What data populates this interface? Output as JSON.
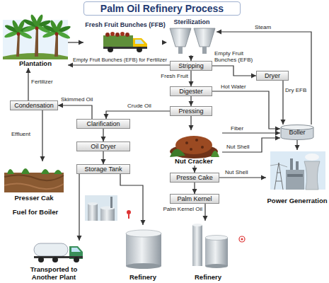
{
  "diagram": {
    "title": "Palm Oil Refinery Process",
    "nodes": [
      {
        "text": [
          "Plantation"
        ]
      },
      {
        "text": [
          "Fresh Fruit Bunches (FFB)"
        ]
      },
      {
        "text": [
          "Sterilization"
        ]
      },
      {
        "text": [
          "Stripping"
        ]
      },
      {
        "text": [
          "Dryer"
        ]
      },
      {
        "text": [
          "Digester"
        ]
      },
      {
        "text": [
          "Condensation"
        ]
      },
      {
        "text": [
          "Pressing"
        ]
      },
      {
        "text": [
          "Boller"
        ]
      },
      {
        "text": [
          "Clarification"
        ]
      },
      {
        "text": [
          "Nut Cracker"
        ]
      },
      {
        "text": [
          "Oil Dryer"
        ]
      },
      {
        "text": [
          "Presse Cake"
        ]
      },
      {
        "text": [
          "Power Generration"
        ]
      },
      {
        "text": [
          "Storage Tank"
        ]
      },
      {
        "text": [
          "Presser Cak"
        ]
      },
      {
        "text": [
          "Palm Kernel"
        ]
      },
      {
        "text": [
          "Transported to Another Plant"
        ]
      },
      {
        "text": [
          "Refinery"
        ]
      },
      {
        "text": [
          "Refinery"
        ]
      }
    ],
    "edges": [
      {
        "from": 0,
        "to": 1,
        "arrow": "to"
      },
      {
        "from": 1,
        "to": 2,
        "arrow": "to"
      },
      {
        "from": 8,
        "to": 2,
        "label": "Steam",
        "arrow": "to"
      },
      {
        "from": 2,
        "to": 3,
        "arrow": "to"
      },
      {
        "from": 3,
        "to": 0,
        "label": "Empty Fruit Bunches (EFB) for Fertilizer",
        "arrow": "to"
      },
      {
        "from": 3,
        "to": 4,
        "label": "Empty Fruit Bunches (EFB)",
        "arrow": "to"
      },
      {
        "from": 4,
        "to": 8,
        "label": "Dry EFB",
        "arrow": "to"
      },
      {
        "from": 3,
        "to": 5,
        "label": "Fresh Fruit",
        "arrow": "to"
      },
      {
        "from": 5,
        "to": 8,
        "label": "Hot Water",
        "arrow": "to"
      },
      {
        "from": 5,
        "to": 7,
        "arrow": "to"
      },
      {
        "from": 6,
        "to": 0,
        "label": "Fertilizer",
        "arrow": "to"
      },
      {
        "from": 9,
        "to": 6,
        "label": "Skimmed Oil",
        "arrow": "to"
      },
      {
        "from": 6,
        "to": 15,
        "label": "Effluent",
        "arrow": "to"
      },
      {
        "from": 7,
        "to": 9,
        "label": "Crude Oil",
        "arrow": "to"
      },
      {
        "from": 7,
        "to": 10,
        "arrow": "to"
      },
      {
        "from": 10,
        "to": 8,
        "label": "Fiber",
        "arrow": "to"
      },
      {
        "from": 10,
        "to": 8,
        "label": "Nut Shell",
        "arrow": "to"
      },
      {
        "from": 8,
        "to": 13,
        "arrow": "to"
      },
      {
        "from": 9,
        "to": 11,
        "arrow": "to"
      },
      {
        "from": 11,
        "to": 14,
        "arrow": "to"
      },
      {
        "from": 14,
        "to": 17,
        "arrow": "to"
      },
      {
        "from": 14,
        "to": 18,
        "arrow": "to"
      },
      {
        "from": 10,
        "to": 12,
        "arrow": "to"
      },
      {
        "from": 12,
        "to": 13,
        "label": "Nut Shell",
        "arrow": "to"
      },
      {
        "from": 12,
        "to": 16,
        "arrow": "to"
      },
      {
        "from": 16,
        "to": 19,
        "label": "Palm Kernel Oil",
        "arrow": "to"
      }
    ],
    "labels": [
      "Fuel for Boiler"
    ]
  }
}
